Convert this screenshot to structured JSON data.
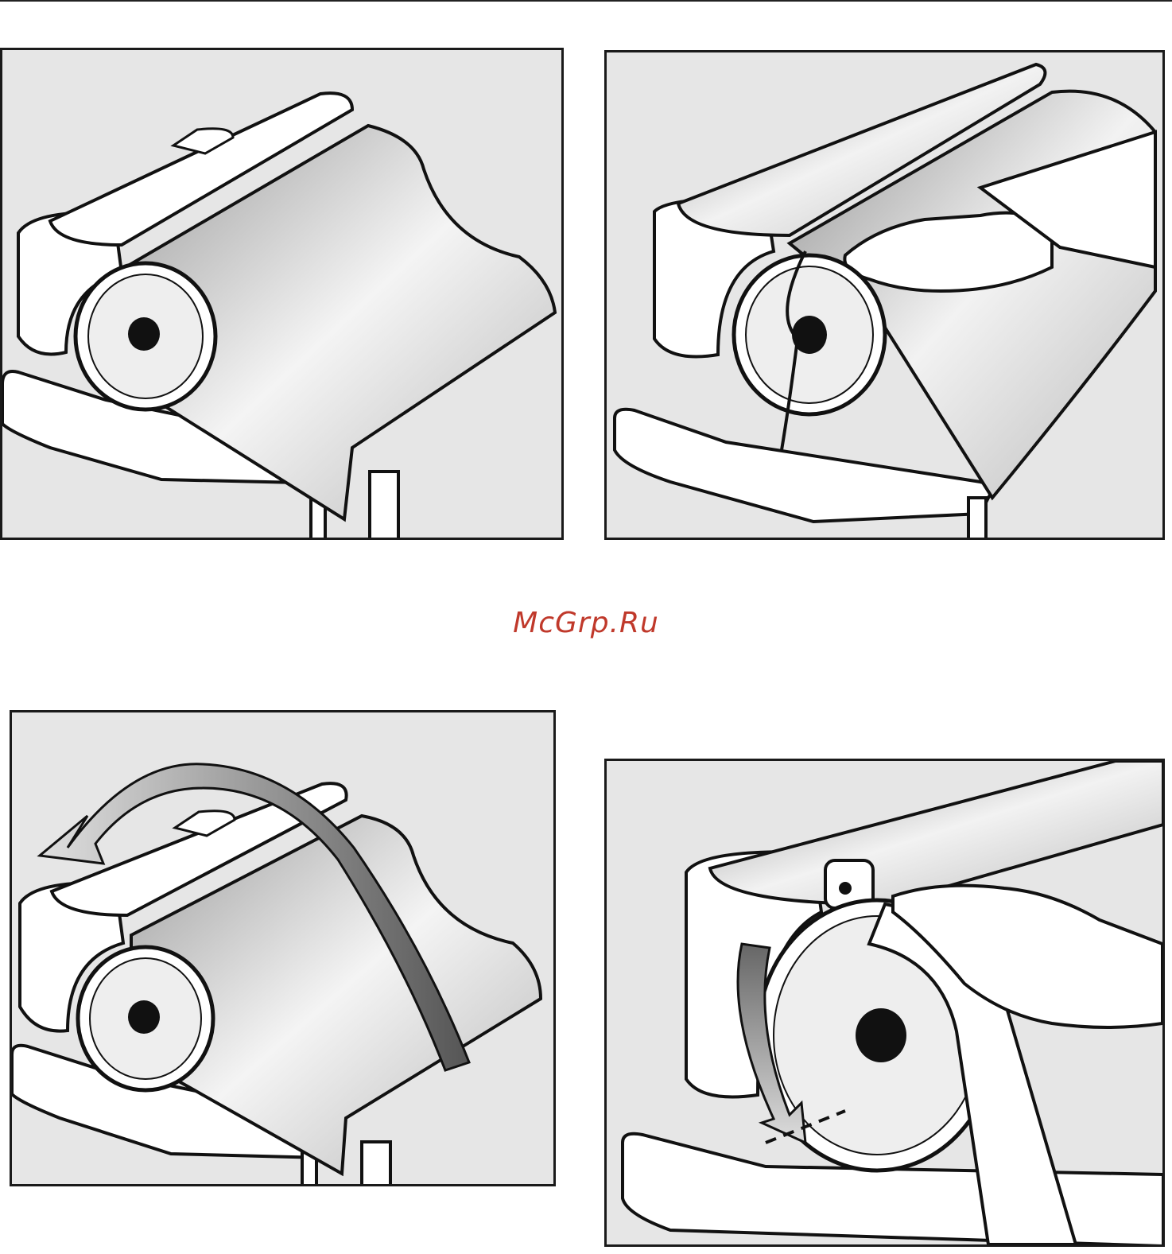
{
  "watermark": {
    "text": "McGrp.Ru",
    "color": "#c0392b"
  },
  "figures": [
    {
      "name": "ironer-with-cloth-on-roller",
      "icon": "ironer-illustration-1"
    },
    {
      "name": "hand-feeding-cloth-and-cord",
      "icon": "ironer-illustration-2"
    },
    {
      "name": "wrap-direction-arrow",
      "icon": "ironer-illustration-3"
    },
    {
      "name": "hand-smoothing-cloth-on-roller",
      "icon": "ironer-illustration-4"
    }
  ]
}
